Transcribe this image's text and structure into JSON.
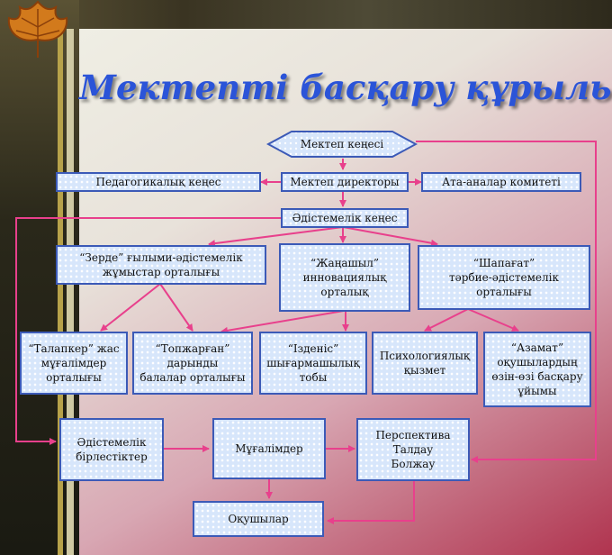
{
  "title": "Мектепті басқару құрылымы",
  "colors": {
    "box_border": "#3c5ab7",
    "box_fill": "#d7e6fb",
    "arrow": "#e8408c",
    "title": "#2b54d8"
  },
  "decoration": {
    "icon": "autumn-leaf-icon"
  },
  "nodes": {
    "council": "Мектеп кеңесі",
    "pedagogical": "Педагогикалық кеңес",
    "director": "Мектеп директоры",
    "parents": "Ата-аналар комитеті",
    "methodical": "Әдістемелік кеңес",
    "zerde": [
      "“Зерде” ғылыми-әдістемелік",
      "жұмыстар орталығы"
    ],
    "zhanashyl": [
      "“Жаңашыл”",
      "инновациялық",
      "орталық"
    ],
    "shapagat": [
      "“Шапағат”",
      "тәрбие-әдістемелік",
      "орталығы"
    ],
    "talapker": [
      "“Талапкер” жас",
      "мұғалімдер",
      "орталығы"
    ],
    "topzhargan": [
      "“Топжарған”",
      "дарынды",
      "балалар орталығы"
    ],
    "izdenis": [
      "“Ізденіс”",
      "шығармашылық",
      "тобы"
    ],
    "psychological": [
      "Психологиялық",
      "қызмет"
    ],
    "azamat": [
      "“Азамат”",
      "оқушылардың",
      "өзін-өзі басқару",
      "ұйымы"
    ],
    "associations": [
      "Әдістемелік",
      "бірлестіктер"
    ],
    "teachers": "Мұғалімдер",
    "perspective": [
      "Перспектива",
      "Талдау",
      "Болжау"
    ],
    "students": "Оқушылар"
  }
}
